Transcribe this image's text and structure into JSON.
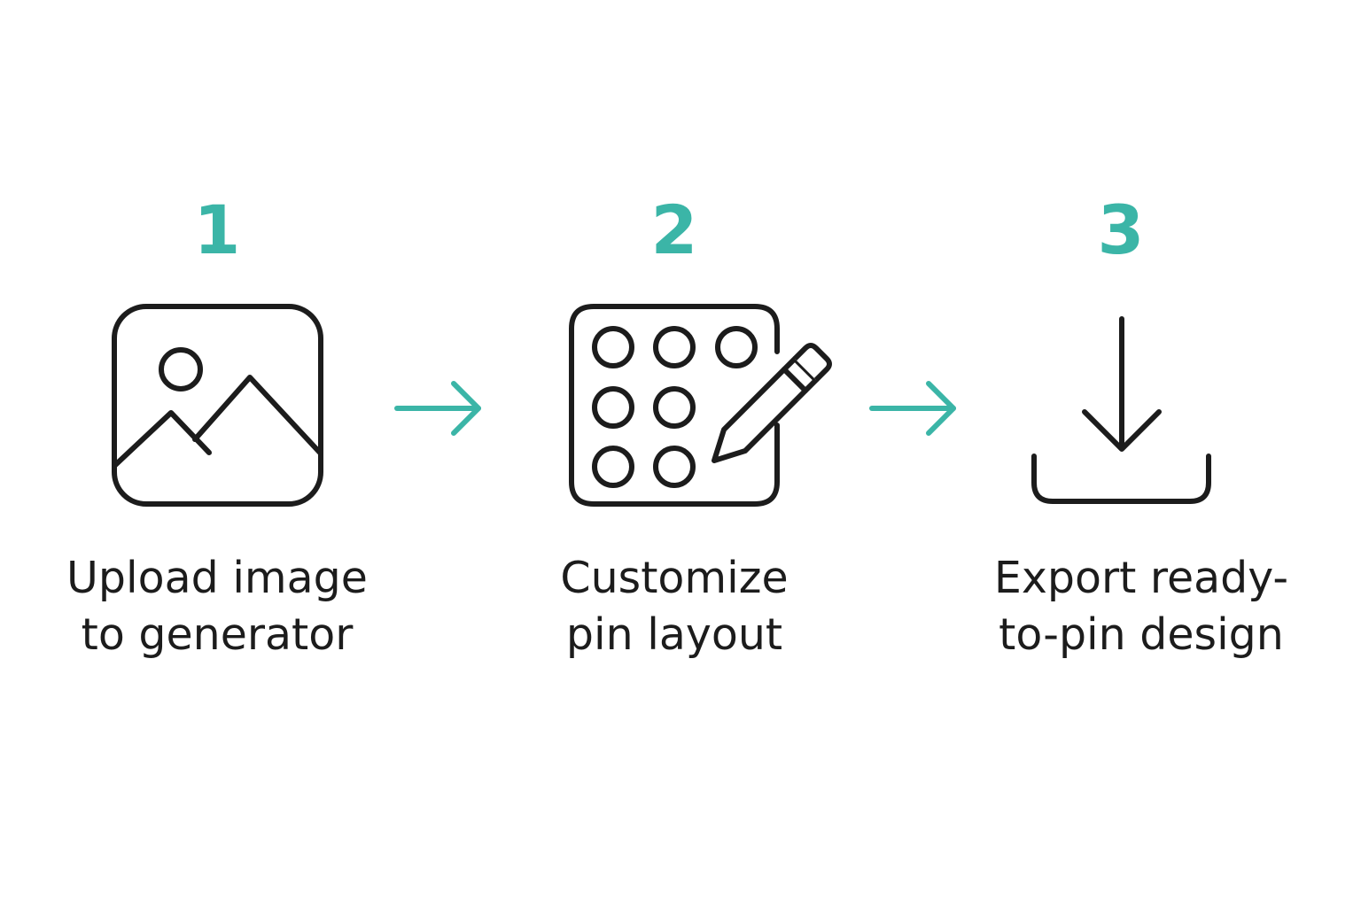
{
  "colors": {
    "accent": "#3bb5a7",
    "ink": "#1c1c1c",
    "background": "#ffffff"
  },
  "steps": [
    {
      "number": "1",
      "icon": "image-icon",
      "label_lines": [
        "Upload image",
        "to generator"
      ]
    },
    {
      "number": "2",
      "icon": "pin-grid-edit-icon",
      "label_lines": [
        "Customize",
        "pin layout"
      ]
    },
    {
      "number": "3",
      "icon": "download-icon",
      "label_lines": [
        "Export ready-",
        "to-pin design"
      ]
    }
  ],
  "connectors": [
    {
      "icon": "arrow-right-icon"
    },
    {
      "icon": "arrow-right-icon"
    }
  ]
}
